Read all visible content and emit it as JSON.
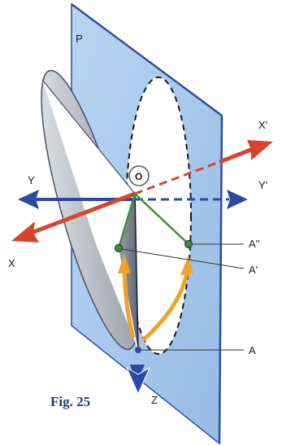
{
  "caption": "Fig. 25",
  "labels": {
    "plane": "P",
    "origin": "O",
    "x": "X",
    "x_prime": "X'",
    "y": "Y",
    "y_prime": "Y'",
    "z": "Z",
    "a": "A",
    "a_prime": "A'",
    "a_double_prime": "A''"
  },
  "colors": {
    "plane_fill": "#a9c8ea",
    "plane_edge": "#2a4f9c",
    "x_axis": "#d8442b",
    "y_axis": "#2b4aa0",
    "radius_line": "#3e8f3a",
    "motion_arrow": "#f0a329",
    "shaded_ellipse": "#b8bdc6"
  }
}
